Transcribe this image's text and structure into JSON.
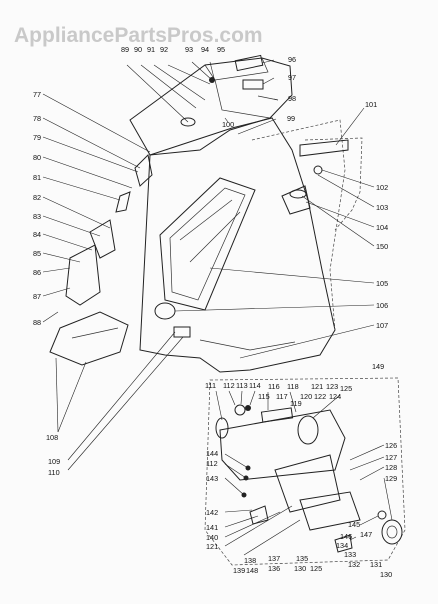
{
  "watermark": "AppliancePartsPros.com",
  "callouts": {
    "n89": "89",
    "n90": "90",
    "n91": "91",
    "n92": "92",
    "n93": "93",
    "n94": "94",
    "n95": "95",
    "n96": "96",
    "n97": "97",
    "n98": "98",
    "n99": "99",
    "n100": "100",
    "n101": "101",
    "n77": "77",
    "n78": "78",
    "n79": "79",
    "n80": "80",
    "n81": "81",
    "n82": "82",
    "n83": "83",
    "n84": "84",
    "n85": "85",
    "n86": "86",
    "n87": "87",
    "n88": "88",
    "n102": "102",
    "n103": "103",
    "n104": "104",
    "n150": "150",
    "n105": "105",
    "n106": "106",
    "n107": "107",
    "n108": "108",
    "n109": "109",
    "n110": "110",
    "n149": "149",
    "n111": "111",
    "n112": "112",
    "n113": "113",
    "n114": "114",
    "n115": "115",
    "n116": "116",
    "n117": "117",
    "n118": "118",
    "n119": "119",
    "n120": "120",
    "n121a": "121",
    "n122": "122",
    "n123": "123",
    "n124": "124",
    "n125": "125",
    "n144": "144",
    "n112b": "112",
    "n143": "143",
    "n126": "126",
    "n127": "127",
    "n128": "128",
    "n129": "129",
    "n142": "142",
    "n141": "141",
    "n140": "140",
    "n121b": "121",
    "n145": "145",
    "n147": "147",
    "n146": "146",
    "n138": "138",
    "n139": "139",
    "n148": "148",
    "n137": "137",
    "n136": "136",
    "n135": "135",
    "n134": "134",
    "n133": "133",
    "n132": "132",
    "n131": "131",
    "n130a": "130",
    "n125b": "125",
    "n130b": "130"
  }
}
